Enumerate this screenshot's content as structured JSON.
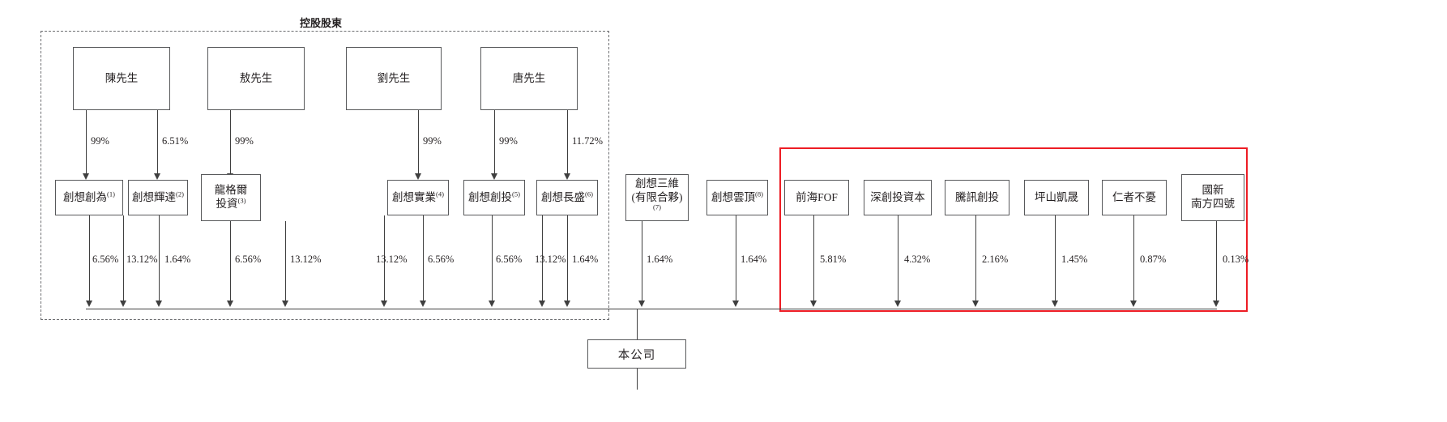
{
  "diagram": {
    "type": "shareholding-structure-chart",
    "group_caption": "控股股東",
    "company": {
      "label": "本公司"
    },
    "persons": [
      {
        "id": "p1",
        "label": "陳先生"
      },
      {
        "id": "p2",
        "label": "敖先生"
      },
      {
        "id": "p3",
        "label": "劉先生"
      },
      {
        "id": "p4",
        "label": "唐先生"
      }
    ],
    "entities": [
      {
        "id": "e1",
        "label": "創想創為",
        "note": "(1)",
        "two_line": false,
        "in_red_group": false
      },
      {
        "id": "e2",
        "label": "創想輝達",
        "note": "(2)",
        "two_line": false,
        "in_red_group": false
      },
      {
        "id": "e3",
        "label": "龍格爾",
        "label2": "投資",
        "note": "(3)",
        "two_line": true,
        "in_red_group": false
      },
      {
        "id": "e4",
        "label": "創想實業",
        "note": "(4)",
        "two_line": false,
        "in_red_group": false
      },
      {
        "id": "e5",
        "label": "創想創投",
        "note": "(5)",
        "two_line": false,
        "in_red_group": false
      },
      {
        "id": "e6",
        "label": "創想長盛",
        "note": "(6)",
        "two_line": false,
        "in_red_group": false
      },
      {
        "id": "e7",
        "label": "創想三維",
        "label2": "(有限合夥)",
        "note": "(7)",
        "two_line": true,
        "in_red_group": false
      },
      {
        "id": "e8",
        "label": "創想雲頂",
        "note": "(8)",
        "two_line": false,
        "in_red_group": false
      },
      {
        "id": "e9",
        "label": "前海FOF",
        "note": "",
        "two_line": false,
        "in_red_group": true
      },
      {
        "id": "e10",
        "label": "深創投資本",
        "note": "",
        "two_line": false,
        "in_red_group": true
      },
      {
        "id": "e11",
        "label": "騰訊創投",
        "note": "",
        "two_line": false,
        "in_red_group": true
      },
      {
        "id": "e12",
        "label": "坪山凱晟",
        "note": "",
        "two_line": false,
        "in_red_group": true
      },
      {
        "id": "e13",
        "label": "仁者不憂",
        "note": "",
        "two_line": false,
        "in_red_group": true
      },
      {
        "id": "e14",
        "label": "國新",
        "label2": "南方四號",
        "note": "",
        "two_line": true,
        "in_red_group": true
      }
    ],
    "person_to_entity_percentages": [
      {
        "from": "陳先生",
        "to": "創想創為",
        "value": "99%"
      },
      {
        "from": "陳先生",
        "to": "創想輝達",
        "value": "6.51%"
      },
      {
        "from": "敖先生",
        "to": "龍格爾投資",
        "value": "99%"
      },
      {
        "from": "劉先生",
        "to": "創想實業",
        "value": "99%"
      },
      {
        "from": "唐先生",
        "to": "創想創投",
        "value": "99%"
      },
      {
        "from": "唐先生",
        "to": "創想長盛",
        "value": "11.72%"
      }
    ],
    "entity_to_company_percentages": [
      {
        "from": "創想創為",
        "value": "6.56%"
      },
      {
        "from": "創想輝達",
        "value": "13.12%"
      },
      {
        "from": "創想輝達",
        "value": "1.64%"
      },
      {
        "from": "龍格爾投資",
        "value": "6.56%"
      },
      {
        "from": "龍格爾投資",
        "value": "13.12%"
      },
      {
        "from": "創想實業",
        "value": "13.12%"
      },
      {
        "from": "創想實業",
        "value": "6.56%"
      },
      {
        "from": "創想創投",
        "value": "6.56%"
      },
      {
        "from": "創想長盛",
        "value": "13.12%"
      },
      {
        "from": "創想長盛",
        "value": "1.64%"
      },
      {
        "from": "創想三維",
        "value": "1.64%"
      },
      {
        "from": "創想雲頂",
        "value": "1.64%"
      },
      {
        "from": "前海FOF",
        "value": "5.81%"
      },
      {
        "from": "深創投資本",
        "value": "4.32%"
      },
      {
        "from": "騰訊創投",
        "value": "2.16%"
      },
      {
        "from": "坪山凱晟",
        "value": "1.45%"
      },
      {
        "from": "仁者不憂",
        "value": "0.87%"
      },
      {
        "from": "國新南方四號",
        "value": "0.13%"
      }
    ],
    "upper_labels": {
      "u1": "99%",
      "u2": "6.51%",
      "u3": "99%",
      "u4": "99%",
      "u5": "99%",
      "u6": "11.72%"
    },
    "lower_labels": {
      "l1": "6.56%",
      "l2": "13.12%",
      "l3": "1.64%",
      "l4": "6.56%",
      "l5": "13.12%",
      "l6": "13.12%",
      "l7": "6.56%",
      "l8": "6.56%",
      "l9": "13.12%",
      "l10": "1.64%",
      "l11": "1.64%",
      "l12": "1.64%",
      "l13": "5.81%",
      "l14": "4.32%",
      "l15": "2.16%",
      "l16": "1.45%",
      "l17": "0.87%",
      "l18": "0.13%"
    },
    "colors": {
      "highlight_border": "#ed1c24",
      "box_border": "#58595b",
      "line": "#3f3f3f",
      "dashed_border": "#6d6e71",
      "text": "#231f20",
      "background": "#ffffff"
    }
  }
}
